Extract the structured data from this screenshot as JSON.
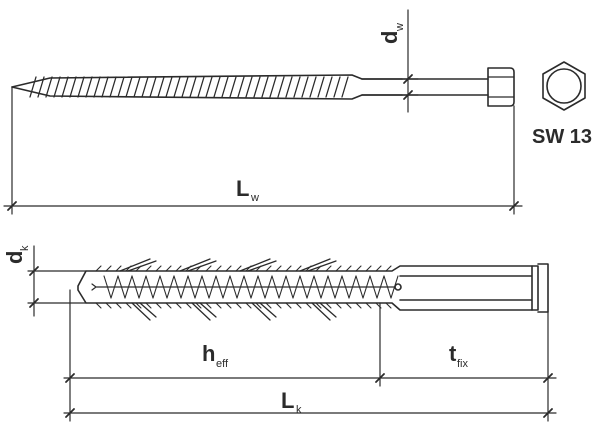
{
  "labels": {
    "d_w": {
      "main": "d",
      "sub": "w"
    },
    "l_w": {
      "main": "L",
      "sub": "w"
    },
    "sw": "SW 13",
    "d_k": {
      "main": "d",
      "sub": "k"
    },
    "h_eff": {
      "main": "h",
      "sub": "eff"
    },
    "t_fix": {
      "main": "t",
      "sub": "fix"
    },
    "l_k": {
      "main": "L",
      "sub": "k"
    }
  },
  "colors": {
    "line": "#2b2b2b",
    "background": "#ffffff"
  }
}
